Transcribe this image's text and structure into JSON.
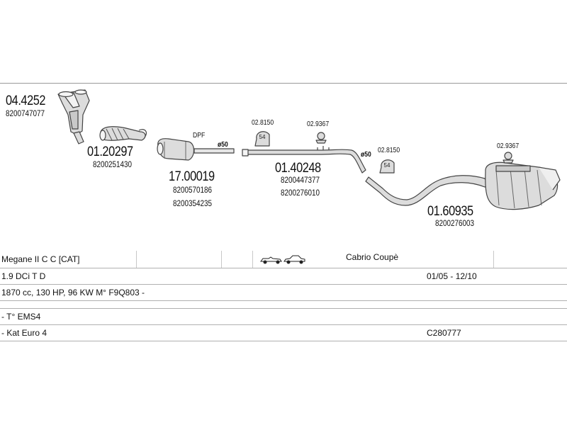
{
  "parts": [
    {
      "number": "04.4252",
      "oem": [
        "8200747077"
      ]
    },
    {
      "number": "01.20297",
      "oem": [
        "8200251430"
      ]
    },
    {
      "number": "17.00019",
      "label": "DPF",
      "oem": [
        "8200570186",
        "8200354235"
      ]
    },
    {
      "number": "01.40248",
      "oem": [
        "8200447377",
        "8200276010"
      ]
    },
    {
      "number": "01.60935",
      "oem": [
        "8200276003"
      ]
    }
  ],
  "fittings": [
    {
      "code": "02.8150",
      "size": "54"
    },
    {
      "code": "02.9367"
    },
    {
      "code": "02.8150",
      "size": "54"
    },
    {
      "code": "02.9367"
    }
  ],
  "diameters": [
    "ø50",
    "ø50"
  ],
  "vehicle": {
    "model": "Megane II C C  [CAT]",
    "body": "Cabrio Coupè",
    "engine": "1.9 DCi T D",
    "period": "01/05 - 12/10",
    "specs": "1870 cc, 130 HP, 96 KW M° F9Q803 -",
    "ems": "- T° EMS4",
    "euro": "- Kat Euro 4",
    "code": "C280777"
  },
  "colors": {
    "line": "#444444",
    "fill": "#d9d9d9",
    "rule": "#9a9a9a"
  },
  "icons": [
    "convertible-car-icon",
    "coupe-car-icon"
  ]
}
